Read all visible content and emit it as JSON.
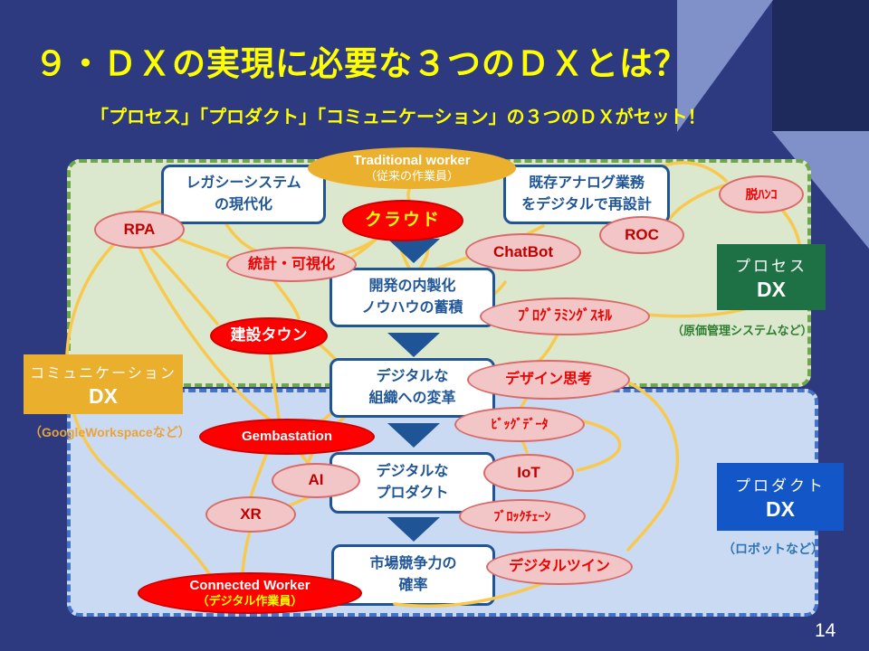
{
  "slide": {
    "title": "９・ＤＸの実現に必要な３つのＤＸとは？",
    "subtitle": "「プロセス」「プロダクト」「コミュニケーション」の３つのＤＸがセット！",
    "page_number": "14"
  },
  "colors": {
    "background": "#2E3A7F",
    "background_dark_corner": "#1F2A5C",
    "background_light_triangle": "#8090C8",
    "title_text": "#FFFF00",
    "process_zone_fill": "#DCE8CD",
    "process_zone_border": "#6EA64D",
    "product_zone_fill": "#CBDAF3",
    "product_zone_border": "#4472C4",
    "flow_box_border": "#1F5597",
    "connector_line": "#F8C94F",
    "ellipse_pink": "#F2C6C6",
    "ellipse_red": "#FF0000",
    "ellipse_gold": "#EBB02E",
    "process_dx_fill": "#1E7145",
    "product_dx_fill": "#1356C8",
    "communication_dx_fill": "#E9AF2D"
  },
  "flow_boxes": {
    "legacy": "レガシーシステム\nの現代化",
    "analog": "既存アナログ業務\nをデジタルで再設計",
    "dev": "開発の内製化\nノウハウの蓄積",
    "org": "デジタルな\n組織への変革",
    "product": "デジタルな\nプロダクト",
    "market": "市場競争力の\n確率"
  },
  "dx_labels": {
    "process": {
      "line1": "プロセス",
      "line2": "DX",
      "caption": "（原価管理システムなど）"
    },
    "product": {
      "line1": "プロダクト",
      "line2": "DX",
      "caption": "（ロボットなど）"
    },
    "communication": {
      "line1": "コミュニケーション",
      "line2": "DX",
      "caption": "（GoogleWorkspaceなど）"
    }
  },
  "ellipses": {
    "traditional_worker": {
      "line1": "Traditional worker",
      "line2": "（従来の作業員）"
    },
    "cloud": {
      "label": "クラウド"
    },
    "rpa": {
      "label": "RPA"
    },
    "datsu_hanko": {
      "label": "脱ﾊﾝｺ"
    },
    "roc": {
      "label": "ROC"
    },
    "chatbot": {
      "label": "ChatBot"
    },
    "stat_visualization": {
      "label": "統計・可視化"
    },
    "programming_skill": {
      "label": "ﾌﾟﾛｸﾞﾗﾐﾝｸﾞｽｷﾙ"
    },
    "kensetsu_town": {
      "label": "建設タウン"
    },
    "design_thinking": {
      "label": "デザイン思考"
    },
    "big_data": {
      "label": "ﾋﾞｯｸﾞﾃﾞｰﾀ"
    },
    "gembastation": {
      "label": "Gembastation"
    },
    "iot": {
      "label": "IoT"
    },
    "ai": {
      "label": "AI"
    },
    "xr": {
      "label": "XR"
    },
    "blockchain": {
      "label": "ﾌﾞﾛｯｸﾁｪｰﾝ"
    },
    "digital_twin": {
      "label": "デジタルツイン"
    },
    "connected_worker": {
      "line1": "Connected Worker",
      "line2": "（デジタル作業員）"
    }
  }
}
